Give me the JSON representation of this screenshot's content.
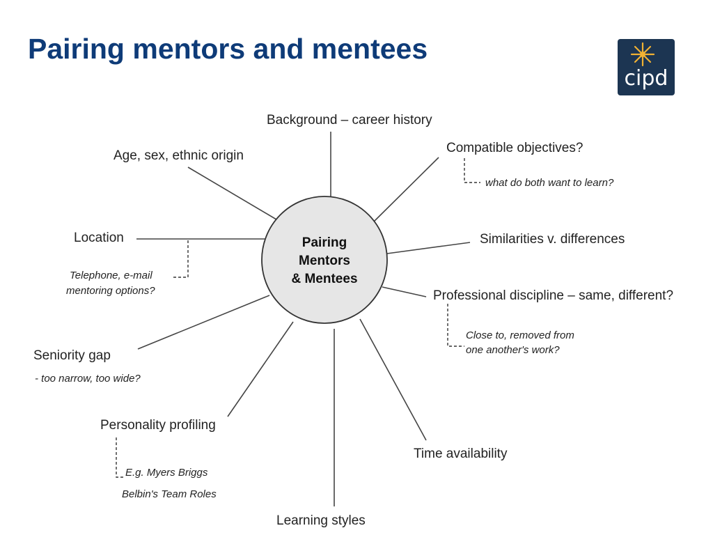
{
  "title": "Pairing mentors and mentees",
  "logo": {
    "text": "cipd",
    "icon": "starburst-icon"
  },
  "colors": {
    "title": "#0e3b78",
    "logo_bg": "#1c3552",
    "logo_star": "#f1b233",
    "hub_fill": "#e6e6e6"
  },
  "center": {
    "lines": [
      "Pairing",
      "Mentors",
      "& Mentees"
    ]
  },
  "factors": {
    "background": "Background – career history",
    "compatible": "Compatible objectives?",
    "compatible_note": "what do both want to learn?",
    "similarities": "Similarities v. differences",
    "professional": "Professional discipline – same, different?",
    "professional_note": [
      "Close to, removed from",
      "one another's work?"
    ],
    "time": "Time availability",
    "learning": "Learning styles",
    "personality": "Personality profiling",
    "personality_note": [
      "E.g. Myers Briggs",
      "Belbin's Team Roles"
    ],
    "seniority": "Seniority gap",
    "seniority_note": "- too narrow,  too wide?",
    "location": "Location",
    "location_note": [
      "Telephone, e-mail",
      "mentoring options?"
    ],
    "age": "Age, sex, ethnic origin"
  }
}
